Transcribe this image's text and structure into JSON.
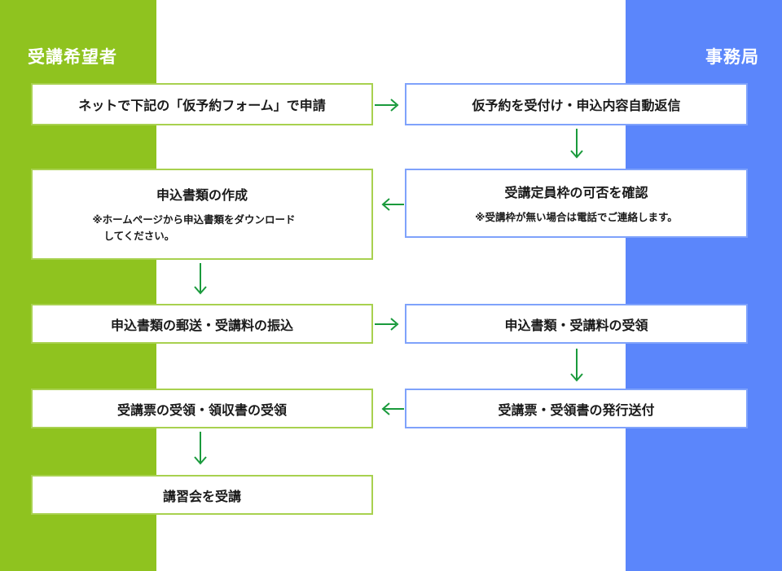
{
  "lanes": {
    "applicant": "受講希望者",
    "office": "事務局"
  },
  "colors": {
    "applicant_lane": "#8fc31f",
    "office_lane": "#5b86fb",
    "arrow": "#1a9a3c"
  },
  "steps": {
    "apply": {
      "title": "ネットで下記の「仮予約フォーム」で申請"
    },
    "receive": {
      "title": "仮予約を受付け・申込内容自動返信"
    },
    "check": {
      "title": "受講定員枠の可否を確認",
      "note": "※受講枠が無い場合は電話でご連絡します。"
    },
    "create_docs": {
      "title": "申込書類の作成",
      "note_line1": "※ホームページから申込書類をダウンロード",
      "note_line2": "してください。"
    },
    "send_docs": {
      "title": "申込書類の郵送・受講料の振込"
    },
    "receive_docs": {
      "title": "申込書類・受講料の受領"
    },
    "issue_ticket": {
      "title": "受講票・受領書の発行送付"
    },
    "receive_ticket": {
      "title": "受講票の受領・領収書の受領"
    },
    "attend": {
      "title": "講習会を受講"
    }
  }
}
